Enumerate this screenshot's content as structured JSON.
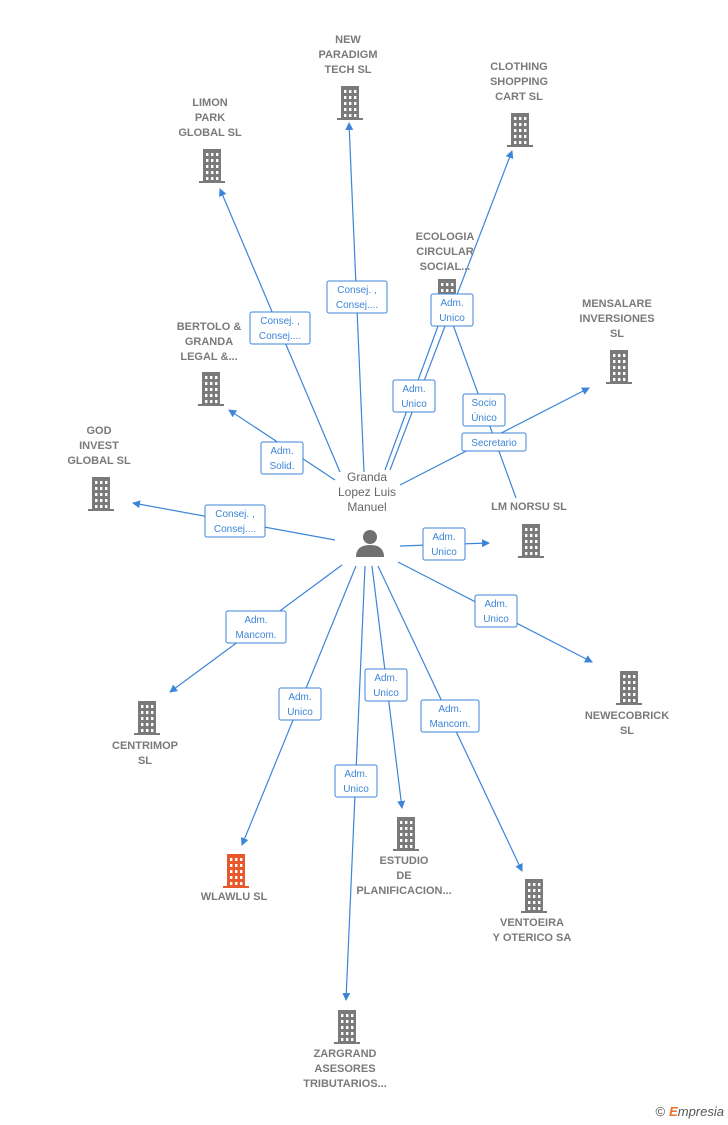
{
  "colors": {
    "edge": "#3d85d8",
    "company_icon": "#7a7a7a",
    "highlight_icon": "#e8582a",
    "person_icon": "#707070"
  },
  "center": {
    "label": [
      "Granda",
      "Lopez Luis",
      "Manuel"
    ],
    "icon": "person-icon"
  },
  "nodes": [
    {
      "id": "new-paradigm",
      "label": [
        "NEW",
        "PARADIGM",
        "TECH  SL"
      ]
    },
    {
      "id": "clothing",
      "label": [
        "CLOTHING",
        "SHOPPING",
        "CART  SL"
      ]
    },
    {
      "id": "limon",
      "label": [
        "LIMON",
        "PARK",
        "GLOBAL  SL"
      ]
    },
    {
      "id": "ecologia",
      "label": [
        "ECOLOGIA",
        "CIRCULAR",
        "SOCIAL..."
      ]
    },
    {
      "id": "mensalare",
      "label": [
        "MENSALARE",
        "INVERSIONES",
        "SL"
      ]
    },
    {
      "id": "bertolo",
      "label": [
        "BERTOLO &",
        "GRANDA",
        "LEGAL &..."
      ]
    },
    {
      "id": "god-invest",
      "label": [
        "GOD",
        "INVEST",
        "GLOBAL  SL"
      ]
    },
    {
      "id": "lm-norsu",
      "label": [
        "LM NORSU  SL"
      ]
    },
    {
      "id": "newecobrick",
      "label": [
        "NEWECOBRICK",
        "SL"
      ]
    },
    {
      "id": "centrimop",
      "label": [
        "CENTRIMOP",
        "SL"
      ]
    },
    {
      "id": "wlawlu",
      "label": [
        "WLAWLU  SL"
      ],
      "highlight": true
    },
    {
      "id": "estudio",
      "label": [
        "ESTUDIO",
        "DE",
        "PLANIFICACION..."
      ]
    },
    {
      "id": "ventoeira",
      "label": [
        "VENTOEIRA",
        "Y OTERICO SA"
      ]
    },
    {
      "id": "zargrand",
      "label": [
        "ZARGRAND",
        "ASESORES",
        "TRIBUTARIOS..."
      ]
    }
  ],
  "edges": [
    {
      "to": "new-paradigm",
      "label": [
        "Consej. ,",
        "Consej...."
      ]
    },
    {
      "to": "limon",
      "label": [
        "Consej. ,",
        "Consej...."
      ]
    },
    {
      "to": "clothing",
      "label": [
        "Adm.",
        "Unico"
      ]
    },
    {
      "to": "ecologia",
      "label": [
        "Adm.",
        "Unico"
      ]
    },
    {
      "to": "lm-norsu",
      "label": [
        "Socio",
        "Único"
      ],
      "from": "ecologia"
    },
    {
      "to": "mensalare",
      "label": [
        "Secretario"
      ]
    },
    {
      "to": "bertolo",
      "label": [
        "Adm.",
        "Solid."
      ]
    },
    {
      "to": "god-invest",
      "label": [
        "Consej. ,",
        "Consej...."
      ]
    },
    {
      "to": "lm-norsu",
      "label": [
        "Adm.",
        "Unico"
      ]
    },
    {
      "to": "newecobrick",
      "label": [
        "Adm.",
        "Unico"
      ]
    },
    {
      "to": "centrimop",
      "label": [
        "Adm.",
        "Mancom."
      ]
    },
    {
      "to": "wlawlu",
      "label": [
        "Adm.",
        "Unico"
      ]
    },
    {
      "to": "estudio",
      "label": [
        "Adm.",
        "Unico"
      ]
    },
    {
      "to": "ventoeira",
      "label": [
        "Adm.",
        "Mancom."
      ]
    },
    {
      "to": "zargrand",
      "label": [
        "Adm.",
        "Unico"
      ]
    }
  ],
  "footer": {
    "copyright": "©",
    "brand_initial": "E",
    "brand_rest": "mpresia"
  }
}
